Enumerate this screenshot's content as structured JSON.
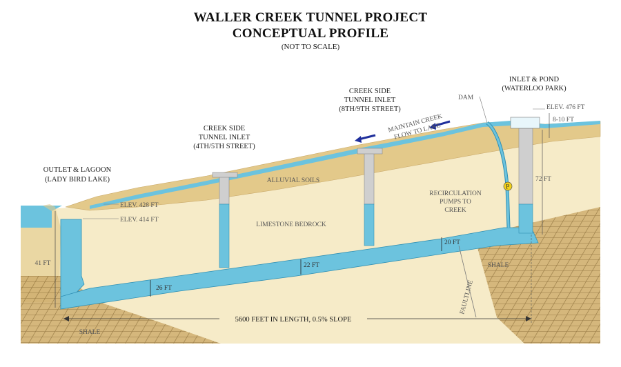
{
  "title": {
    "line1": "WALLER CREEK TUNNEL PROJECT",
    "line2": "CONCEPTUAL PROFILE",
    "note": "(NOT TO SCALE)"
  },
  "labels": {
    "outlet_line1": "OUTLET & LAGOON",
    "outlet_line2": "(LADY BIRD LAKE)",
    "inlet45_line1": "CREEK SIDE",
    "inlet45_line2": "TUNNEL INLET",
    "inlet45_line3": "(4TH/5TH STREET)",
    "inlet89_line1": "CREEK SIDE",
    "inlet89_line2": "TUNNEL INLET",
    "inlet89_line3": "(8TH/9TH STREET)",
    "pond_line1": "INLET & POND",
    "pond_line2": "(WATERLOO PARK)",
    "dam": "DAM",
    "elev476": "ELEV. 476 FT",
    "ft810": "8-10 FT",
    "ft72": "72 FT",
    "maintain_line1": "MAINTAIN CREEK",
    "maintain_line2": "FLOW TO LAKE",
    "alluvial": "ALLUVIAL SOILS",
    "limestone": "LIMESTONE BEDROCK",
    "elev428": "ELEV. 428 FT",
    "elev414": "ELEV. 414 FT",
    "recirc_line1": "RECIRCULATION",
    "recirc_line2": "PUMPS TO",
    "recirc_line3": "CREEK",
    "pump_symbol": "P",
    "ft41": "41 FT",
    "ft26": "26 FT",
    "ft22": "22 FT",
    "ft20": "20 FT",
    "shale_right": "SHALE",
    "shale_bottom": "SHALE",
    "faultline": "FAULTLINE",
    "length": "5600 FEET IN LENGTH, 0.5% SLOPE"
  },
  "colors": {
    "water": "#6cc3de",
    "water_edge": "#2f8fb3",
    "alluvial": "#e3c98a",
    "bedrock": "#f6ebc8",
    "shale": "#c9a96a",
    "structure": "#cfcfcf",
    "arrow": "#1f2f9c",
    "pump": "#f3d21a"
  }
}
